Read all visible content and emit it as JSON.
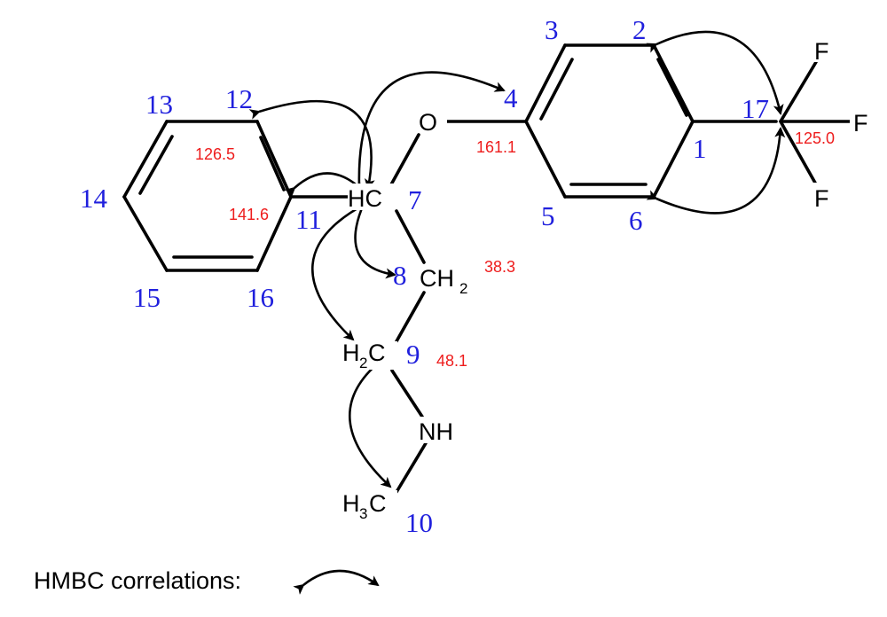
{
  "diagram": {
    "atoms": {
      "o": "O",
      "hc7": "HC",
      "ch2_8": "CH",
      "ch2_8_sub": "2",
      "h2c_9_h": "H",
      "h2c_9_sub": "2",
      "h2c_9_c": "C",
      "nh": "NH",
      "h3c_h": "H",
      "h3c_sub": "3",
      "h3c_c": "C",
      "f_top": "F",
      "f_right": "F",
      "f_bottom": "F"
    },
    "numbers": {
      "n1": "1",
      "n2": "2",
      "n3": "3",
      "n4": "4",
      "n5": "5",
      "n6": "6",
      "n7": "7",
      "n8": "8",
      "n9": "9",
      "n10": "10",
      "n11": "11",
      "n12": "12",
      "n13": "13",
      "n14": "14",
      "n15": "15",
      "n16": "16",
      "n17": "17"
    },
    "shifts": {
      "c12": "126.5",
      "c11": "141.6",
      "c4": "161.1",
      "c17": "125.0",
      "c8": "38.3",
      "c9": "48.1"
    },
    "legend": {
      "label": "HMBC correlations:"
    }
  }
}
